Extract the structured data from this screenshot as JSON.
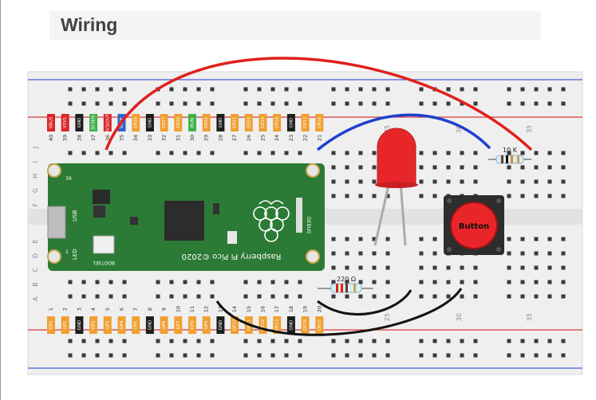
{
  "heading": "Wiring",
  "pico": {
    "top_pins": [
      "VBUS",
      "VSYS",
      "GND",
      "3V3EN",
      "3V3(OUT)",
      "VREF",
      "GP28",
      "GND",
      "GP27",
      "GP26",
      "RUN",
      "GP22",
      "GND",
      "GP21",
      "GP20",
      "GP19",
      "GP18",
      "GND",
      "GP17",
      "GP16"
    ],
    "top_numbers": [
      "40",
      "39",
      "38",
      "37",
      "36",
      "35",
      "34",
      "33",
      "32",
      "31",
      "30",
      "29",
      "28",
      "27",
      "26",
      "25",
      "24",
      "23",
      "22",
      "21"
    ],
    "bottom_pins": [
      "GP0",
      "GP1",
      "GND",
      "GP2",
      "GP3",
      "GP4",
      "GP5",
      "GND",
      "GP6",
      "GP7",
      "GP8",
      "GP9",
      "GND",
      "GP10",
      "GP11",
      "GP12",
      "GP13",
      "GND",
      "GP14",
      "GP15"
    ],
    "bottom_numbers": [
      "1",
      "2",
      "3",
      "4",
      "5",
      "6",
      "7",
      "8",
      "9",
      "10",
      "11",
      "12",
      "13",
      "14",
      "15",
      "16",
      "17",
      "18",
      "19",
      "20"
    ],
    "board_text": "Raspberry Pi Pico ©2020",
    "usb": "USB",
    "led": "LED",
    "bootsel": "BOOTSEL",
    "debug": "DEBUG",
    "pin1": "1",
    "pin39": "39"
  },
  "breadboard": {
    "row_letters_top": [
      "J",
      "I",
      "H",
      "G",
      "F"
    ],
    "row_letters_bottom": [
      "E",
      "D",
      "C",
      "B",
      "A"
    ],
    "column_numbers": [
      "25",
      "30",
      "35"
    ]
  },
  "resistor_top": {
    "label": "10 K"
  },
  "resistor_bottom": {
    "label": "220 Ω"
  },
  "button": {
    "label": "Button"
  },
  "colors": {
    "red_wire": "#e0201c",
    "blue_wire": "#1f3fd0",
    "black_wire": "#111111",
    "board_green": "#2b7a35",
    "pin_orange": "#f0a030",
    "led_red": "#e8262a"
  }
}
